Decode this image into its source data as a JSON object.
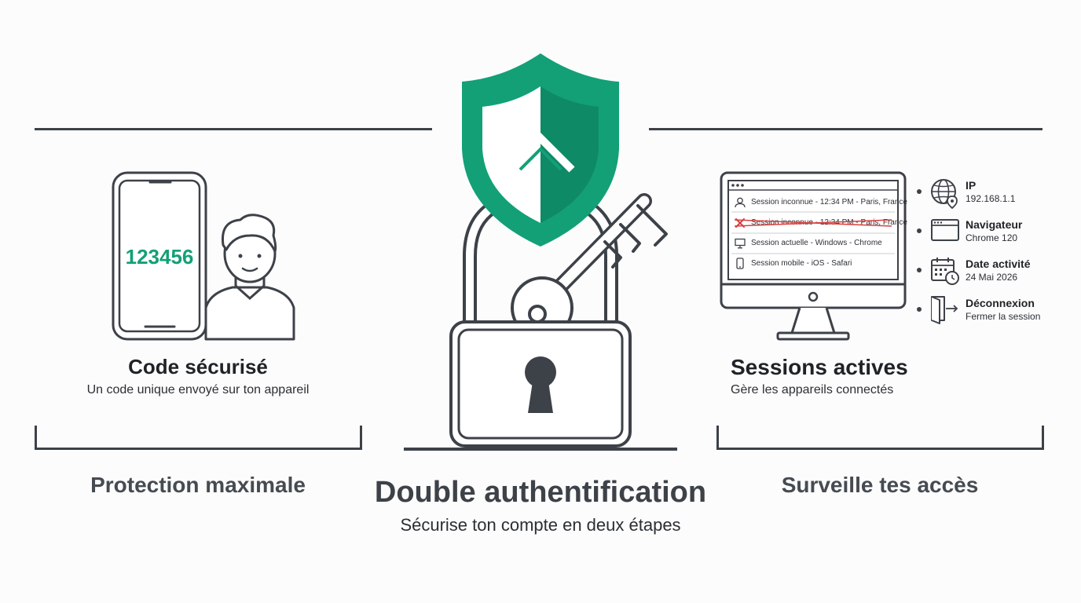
{
  "left": {
    "code": "123456",
    "title": "Code sécurisé",
    "subtitle": "Un code unique envoyé sur ton appareil",
    "caption": "Protection maximale"
  },
  "center": {
    "title": "Double authentification",
    "subtitle": "Sécurise ton compte en deux étapes"
  },
  "right": {
    "title": "Sessions actives",
    "subtitle": "Gère les appareils connectés",
    "caption": "Surveille tes accès",
    "sessions": [
      {
        "text": "Session inconnue - 12:34 PM - Paris, France",
        "icon": "user-icon",
        "status": "normal"
      },
      {
        "text": "Session inconnue - 12:34 PM - Paris, France",
        "icon": "close-icon",
        "status": "revoked"
      },
      {
        "text": "Session actuelle - Windows - Chrome",
        "icon": "desktop-icon",
        "status": "normal"
      },
      {
        "text": "Session mobile - iOS - Safari",
        "icon": "mobile-icon",
        "status": "normal"
      }
    ],
    "info": [
      {
        "label": "IP",
        "value": "192.168.1.1",
        "icon": "globe-location-icon"
      },
      {
        "label": "Navigateur",
        "value": "Chrome 120",
        "icon": "browser-window-icon"
      },
      {
        "label": "Date activité",
        "value": "24 Mai 2026",
        "icon": "calendar-clock-icon"
      },
      {
        "label": "Déconnexion",
        "value": "Fermer la session",
        "icon": "logout-door-icon"
      }
    ]
  },
  "colors": {
    "accent": "#13a077",
    "accent_dark": "#0e8a66",
    "stroke": "#3d4148",
    "revoked": "#d94040"
  }
}
